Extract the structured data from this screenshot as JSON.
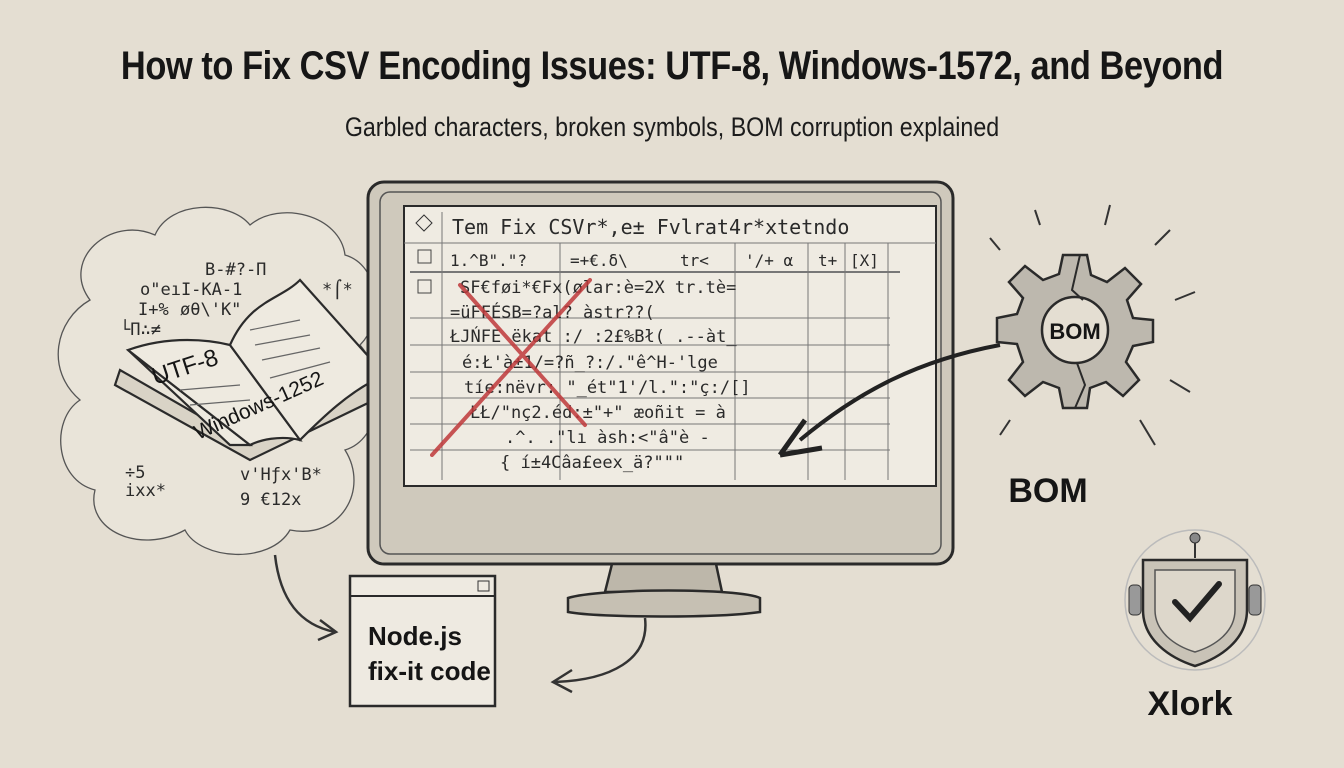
{
  "title": "How to Fix CSV Encoding Issues: UTF-8, Windows-1572, and Beyond",
  "subtitle": "Garbled characters, broken symbols, BOM corruption explained",
  "book": {
    "left_label": "UTF-8",
    "right_label": "Windows-1252"
  },
  "cloud_symbols": [
    "B-#?-Π",
    "o\"eıI-KA-1",
    "I+%",
    "øθ\\'K\"",
    "└Π∴≠",
    "*⌠*",
    "÷5",
    "ixx*",
    "v'Hƒx'B*",
    "9 €12x"
  ],
  "screen": {
    "header": "Tem Fix CSVr*,e± Fvlrat4r*xtetndo",
    "header_row": [
      "1.^B\".\"?",
      "=+€.δ\\",
      "tr<",
      "'/+ α",
      "t+",
      "[X]"
    ],
    "rows": [
      "SF€føi*€Fx(ølar:è=2X tr.tè=",
      "=üFFÉSB=?al? àstr??(",
      "ŁJŃFE ëkat :/ :2£%Bł( .--àt_",
      "é:Ł'à±1/=?ñ_?:/.\"ê^H-'lge",
      "tíe:nëvr: \"_ét\"1'/l.\":\"ç:/[]",
      "ŁŁ/\"nç2.éd:±\"+\" æoñit = à",
      ".^. .\"lı àsh:<\"â\"è -",
      "{ í±4Câa£eex_ä?\"\"\""
    ]
  },
  "gear_label": "BOM",
  "bom_label": "BOM",
  "code_box": {
    "line1": "Node.js",
    "line2": "fix-it code"
  },
  "brand": "Xlork",
  "colors": {
    "background": "#e4ded2",
    "ink": "#222222",
    "red_x": "#c0393b",
    "paper": "#efebe2"
  }
}
